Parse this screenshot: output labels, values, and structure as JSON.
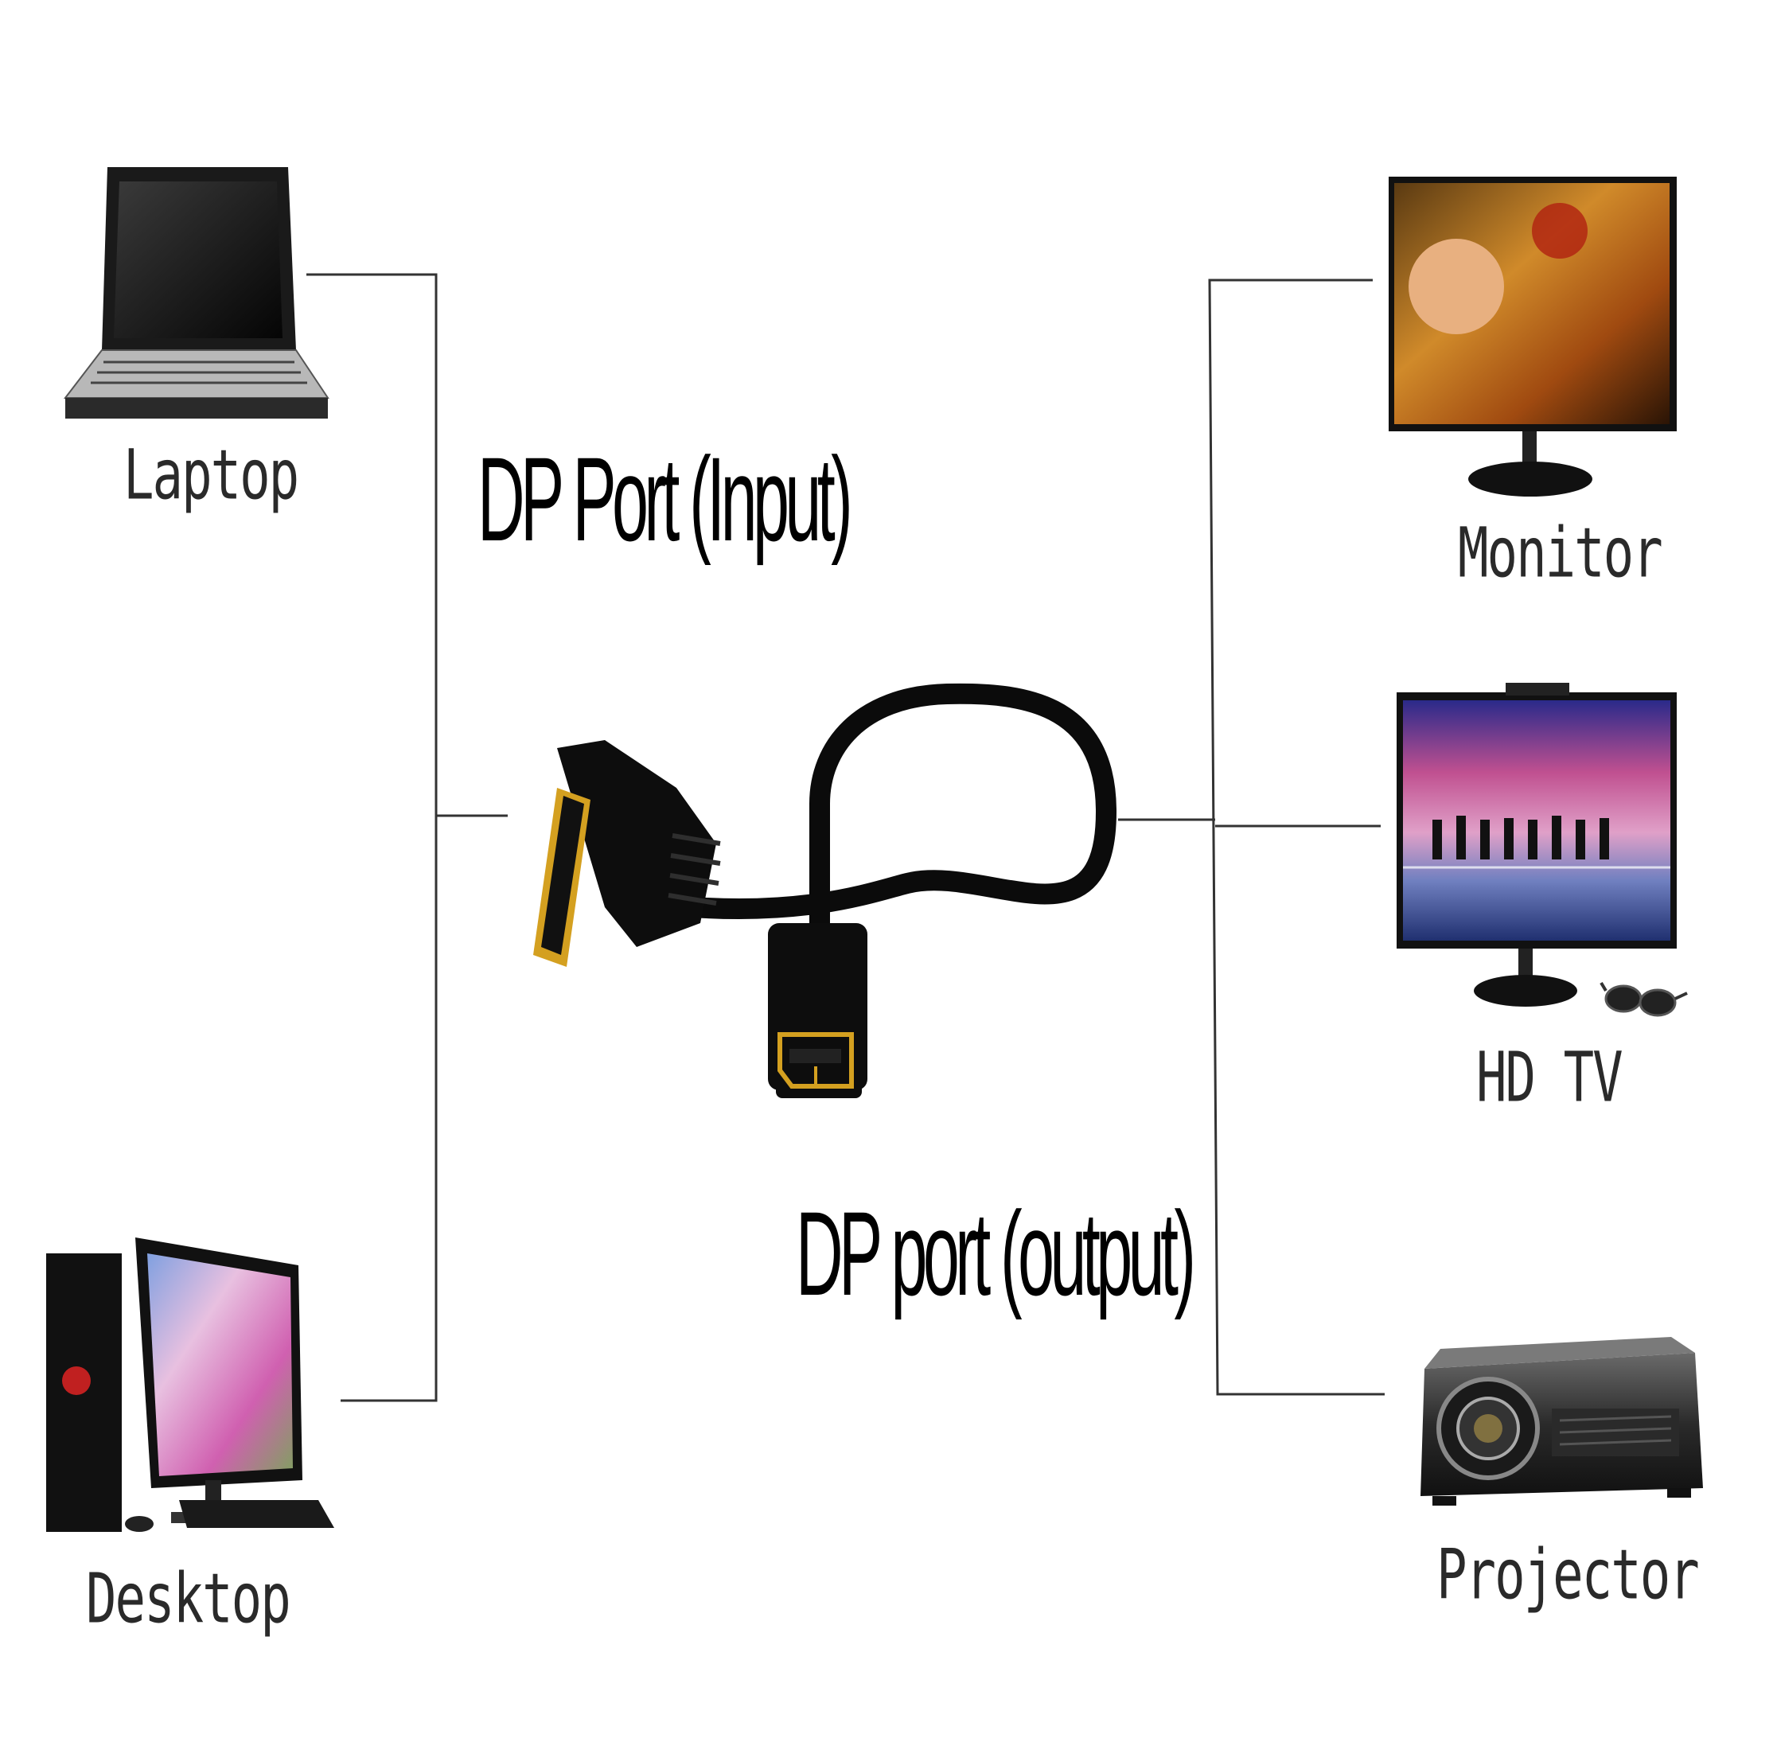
{
  "title_input": "DP Port (Input)",
  "title_output": "DP port (output)",
  "devices": {
    "laptop": "Laptop",
    "desktop": "Desktop",
    "monitor": "Monitor",
    "hdtv": "HD TV",
    "projector": "Projector"
  },
  "colors": {
    "line": "#333333",
    "gold": "#d4a020",
    "cable": "#0b0b0b"
  },
  "icons": [
    "laptop-icon",
    "desktop-icon",
    "monitor-icon",
    "hdtv-icon",
    "3d-glasses-icon",
    "projector-icon",
    "dp-cable-image"
  ]
}
